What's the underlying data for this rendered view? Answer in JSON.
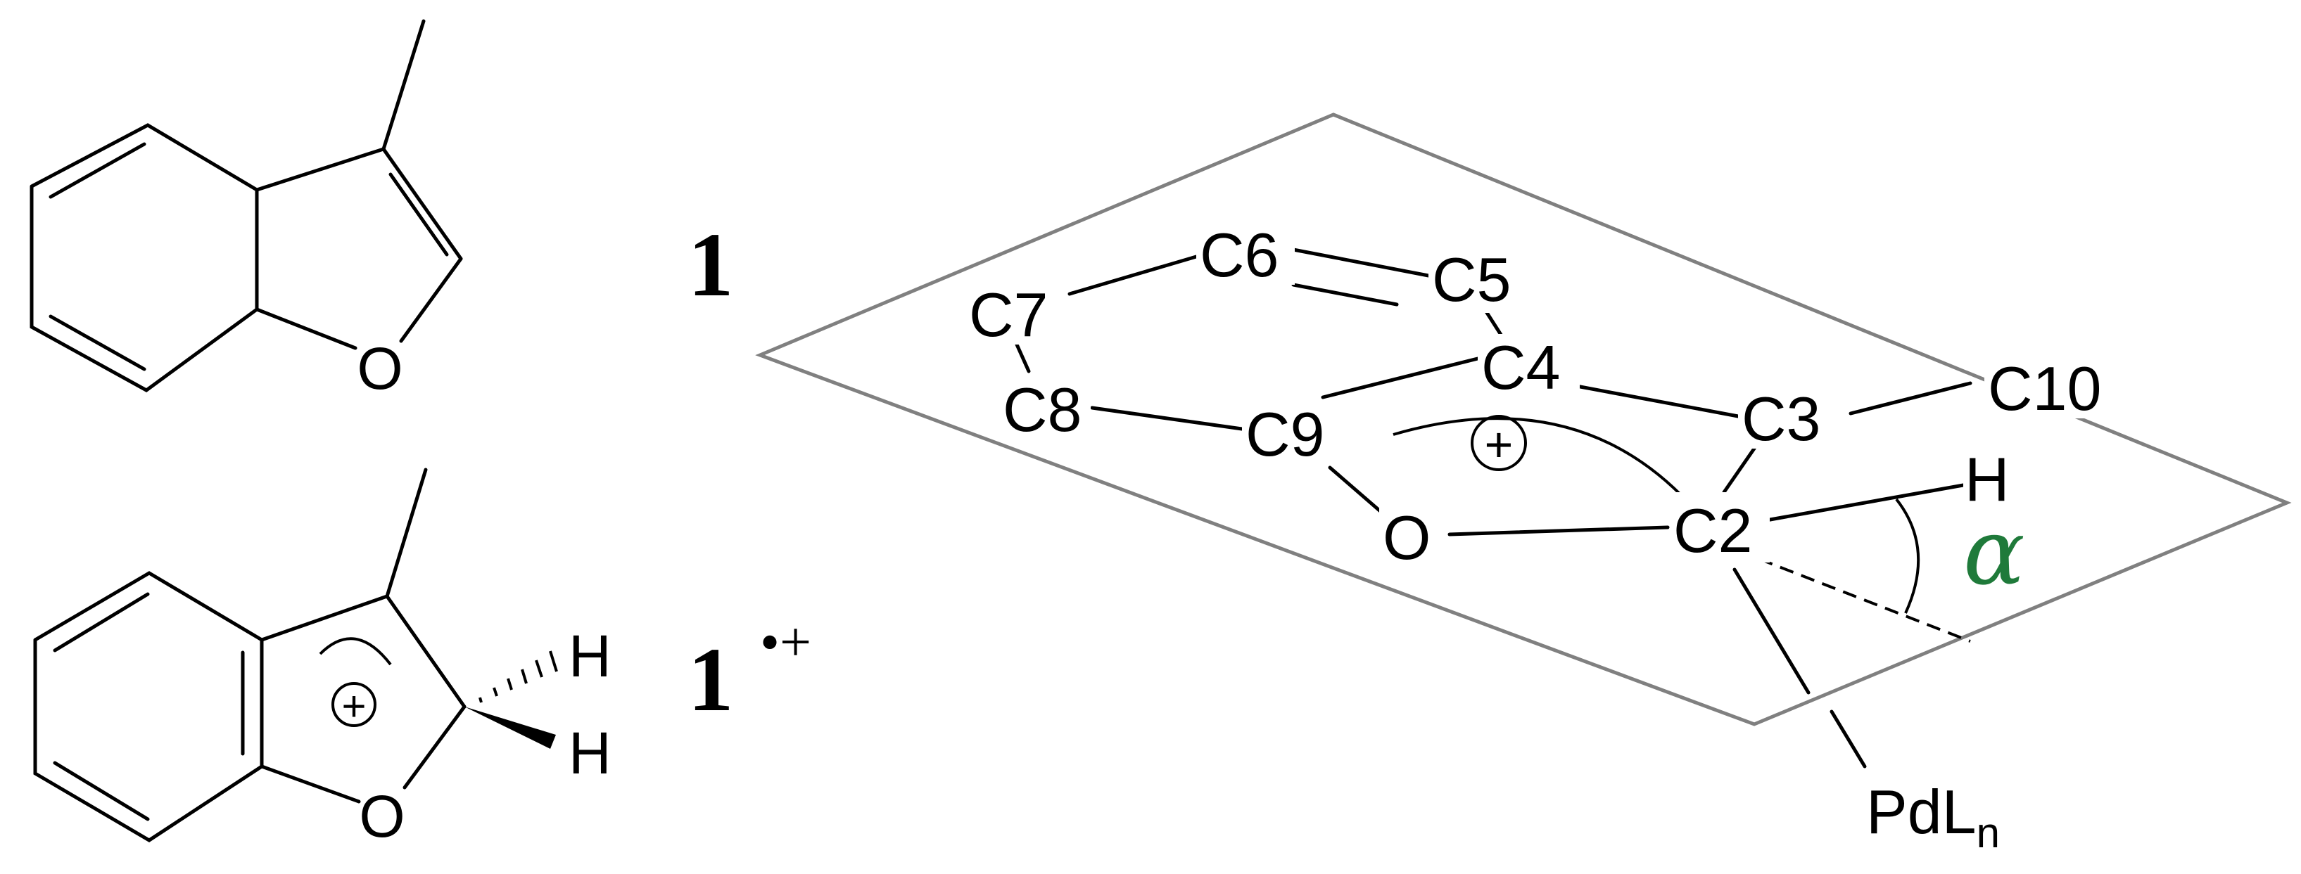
{
  "colors": {
    "alpha": "#1f7a3a",
    "plane": "#808080",
    "ink": "#000000"
  },
  "molecule_1": {
    "label": "1",
    "atoms": {
      "O": "O"
    }
  },
  "molecule_1_radical_cation": {
    "label": "1",
    "charge": "•+",
    "ring_charge": "+",
    "atoms": {
      "O": "O",
      "H_top": "H",
      "H_bottom": "H"
    }
  },
  "scheme": {
    "atoms": {
      "C2": "C2",
      "C3": "C3",
      "C4": "C4",
      "C5": "C5",
      "C6": "C6",
      "C7": "C7",
      "C8": "C8",
      "C9": "C9",
      "C10": "C10",
      "O": "O",
      "H": "H"
    },
    "charge": "+",
    "metal": "PdL",
    "metal_subscript": "n",
    "angle": "α"
  }
}
